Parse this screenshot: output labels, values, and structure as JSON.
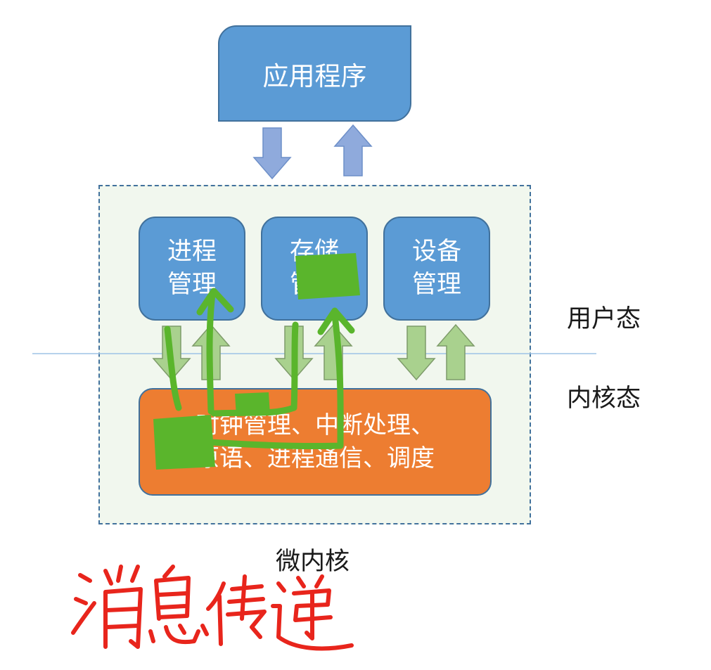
{
  "application": "应用程序",
  "services": [
    {
      "line1": "进程",
      "line2": "管理"
    },
    {
      "line1": "存储",
      "line2": "管理"
    },
    {
      "line1": "设备",
      "line2": "管理"
    }
  ],
  "core": {
    "line1": "时钟管理、中断处理、",
    "line2": "原语、进程通信、调度"
  },
  "mode_labels": {
    "user": "用户态",
    "kernel": "内核态"
  },
  "caption": "微内核",
  "handwriting": "消息传递",
  "colors": {
    "box_blue": "#5b9bd5",
    "box_border": "#41719c",
    "core_orange": "#ed7d31",
    "arrow_blue": "#8faadc",
    "arrow_green": "#a9d18e",
    "annotation_green": "#5ab52c",
    "annotation_red": "#e8251c"
  }
}
